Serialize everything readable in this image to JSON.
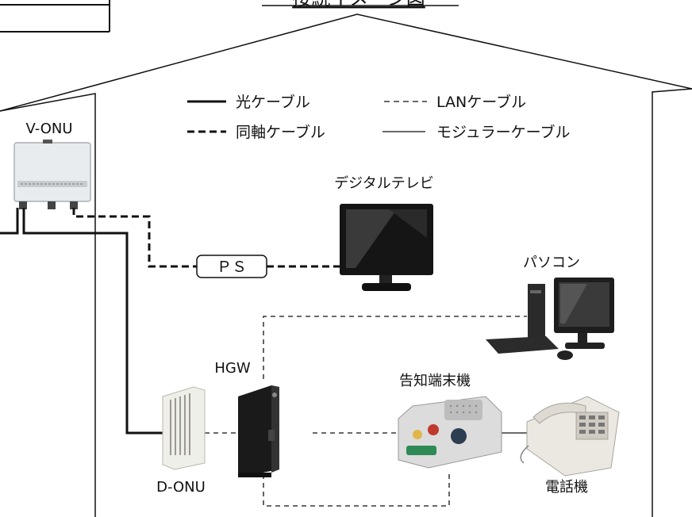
{
  "title": "接続イメージ図",
  "legend": {
    "fiber": "光ケーブル",
    "lan": "LANケーブル",
    "coax": "同軸ケーブル",
    "modular": "モジュラーケーブル"
  },
  "devices": {
    "v_onu": "V-ONU",
    "tv": "デジタルテレビ",
    "pc": "パソコン",
    "hgw": "HGW",
    "notifier": "告知端末機",
    "d_onu": "D-ONU",
    "phone": "電話機",
    "ps": "ＰＳ"
  }
}
